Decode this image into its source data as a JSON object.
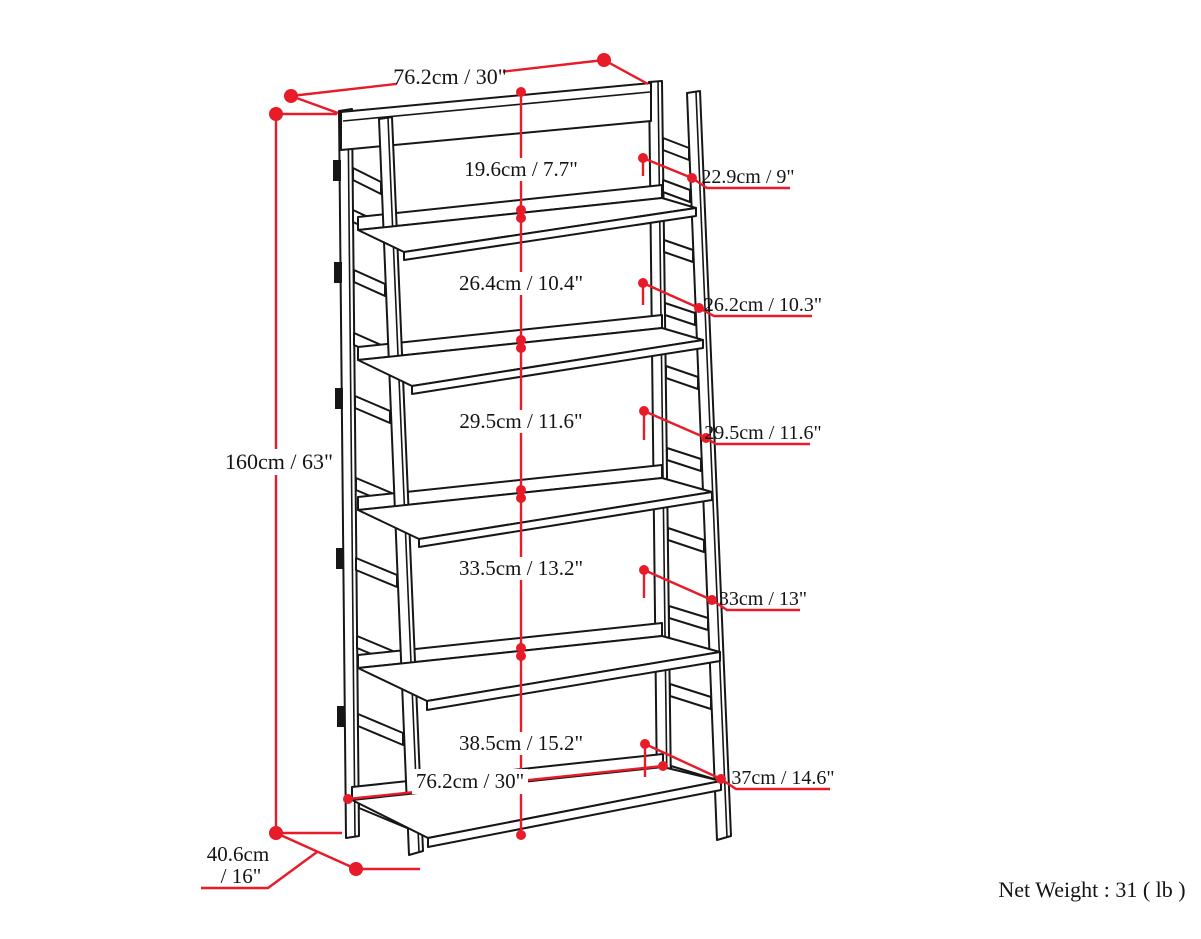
{
  "diagram": {
    "title": "ladder-bookshelf-dimension-diagram",
    "overall": {
      "top_width": "76.2cm / 30\"",
      "height": "160cm / 63\"",
      "depth_line1": "40.6cm",
      "depth_line2": "/ 16\"",
      "bottom_width": "76.2cm / 30\""
    },
    "inner_heights": [
      "19.6cm / 7.7\"",
      "26.4cm / 10.4\"",
      "29.5cm / 11.6\"",
      "33.5cm / 13.2\"",
      "38.5cm / 15.2\""
    ],
    "shelf_depths": [
      "22.9cm / 9\"",
      "26.2cm / 10.3\"",
      "29.5cm / 11.6\"",
      "33cm / 13\"",
      "37cm / 14.6\""
    ],
    "net_weight": "Net Weight : 31 ( lb )",
    "colors": {
      "dimension_red": "#e81b28",
      "line_black": "#161616"
    }
  }
}
